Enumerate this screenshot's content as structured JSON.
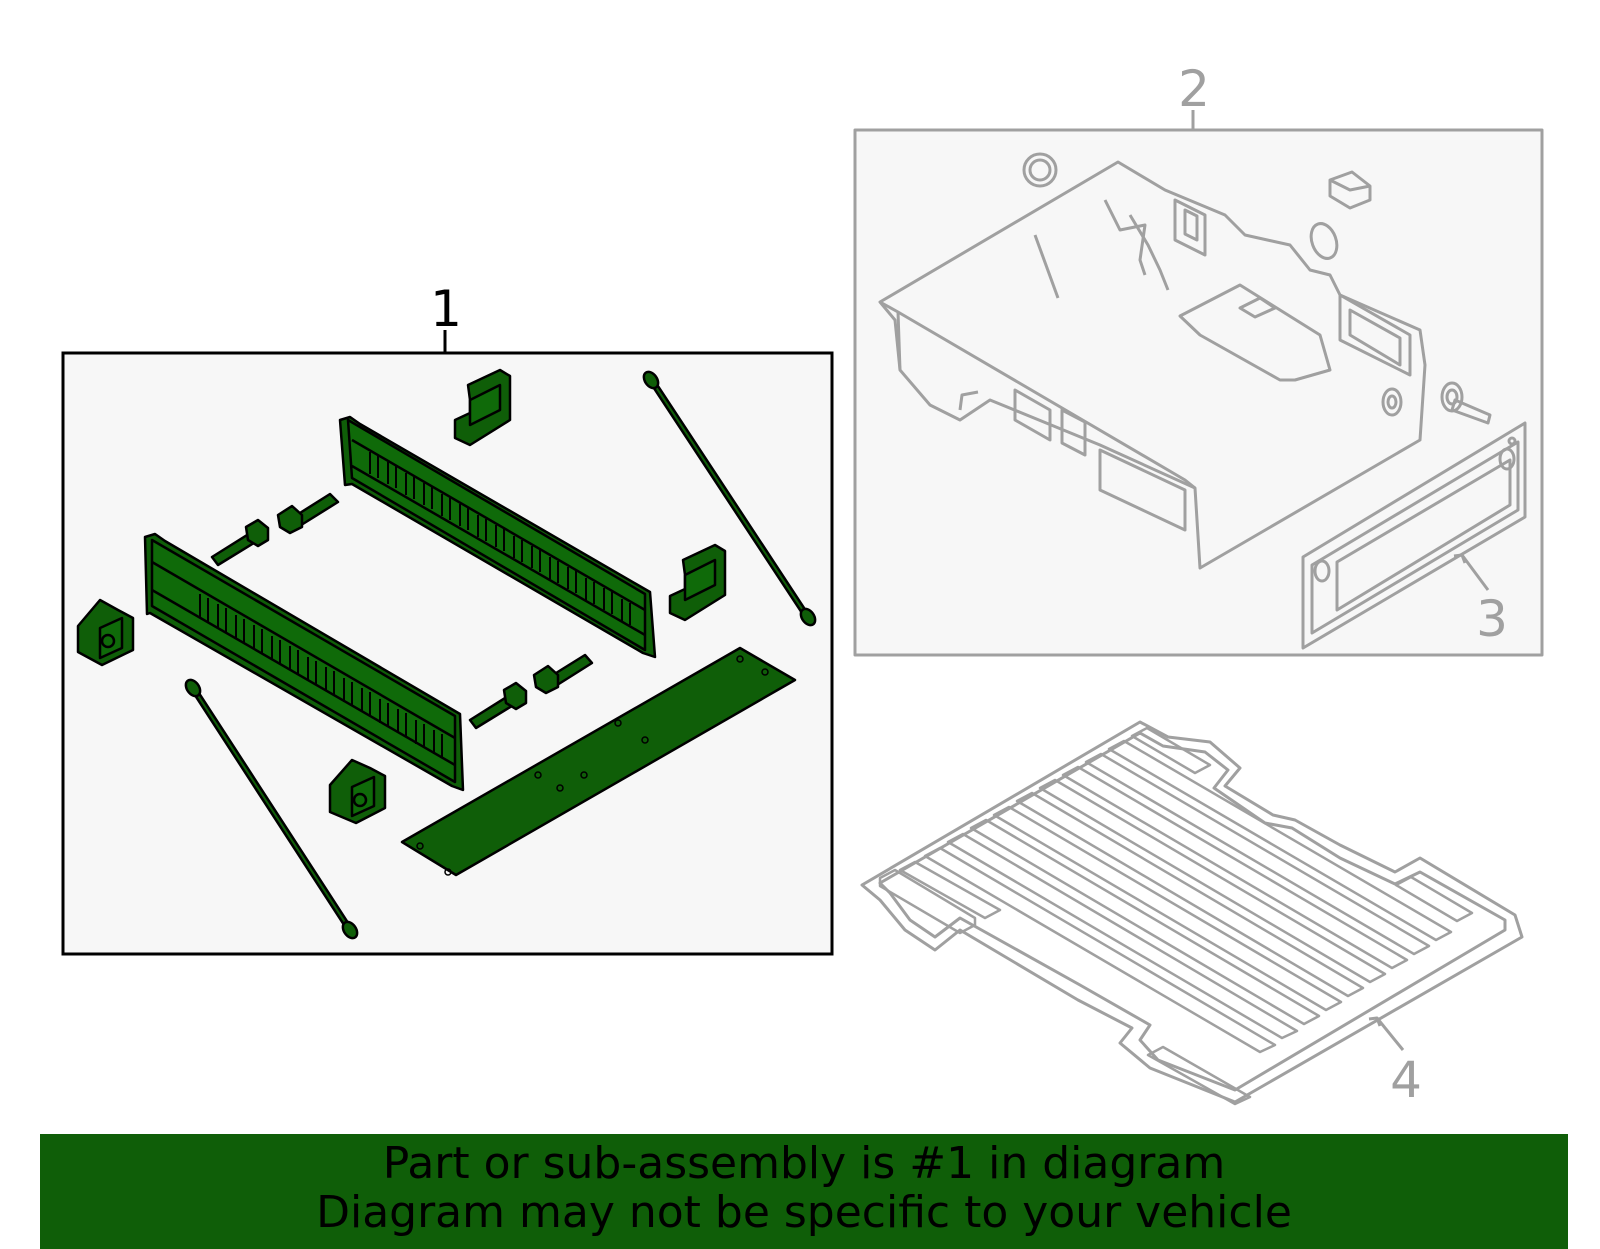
{
  "colors": {
    "highlight_fill": "#0f5e08",
    "highlight_stroke": "#000000",
    "other_stroke": "#a0a0a0",
    "panel_bg": "#f7f7f7",
    "banner_bg": "#0f5e08"
  },
  "callouts": {
    "one": "1",
    "two": "2",
    "three": "3",
    "four": "4"
  },
  "banner": {
    "line1": "Part or sub-assembly is #1 in diagram",
    "line2": "Diagram may not be specific to your vehicle"
  }
}
